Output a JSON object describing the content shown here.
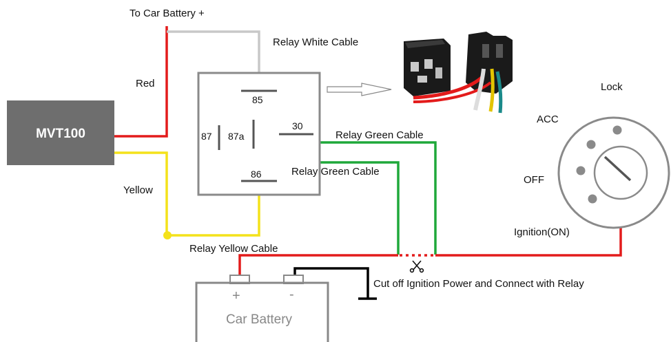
{
  "labels": {
    "to_battery": "To Car Battery +",
    "relay_white": "Relay White Cable",
    "red": "Red",
    "yellow": "Yellow",
    "relay_green_1": "Relay Green Cable",
    "relay_green_2": "Relay Green Cable",
    "relay_yellow": "Relay Yellow Cable",
    "cut_off": "Cut off Ignition Power and Connect with Relay",
    "ignition_on": "Ignition(ON)",
    "acc": "ACC",
    "off": "OFF",
    "lock": "Lock"
  },
  "device": {
    "name": "MVT100"
  },
  "relay": {
    "pin_85": "85",
    "pin_87": "87",
    "pin_87a": "87a",
    "pin_30": "30",
    "pin_86": "86"
  },
  "battery": {
    "plus": "+",
    "minus": "-",
    "name": "Car Battery"
  },
  "colors": {
    "red_wire": "#e31b1b",
    "yellow_wire": "#f4e21a",
    "green_wire": "#1fa83a",
    "white_wire": "#c8c8c8",
    "ground_wire": "#000000",
    "device_fill": "#6e6e6e",
    "relay_outline": "#8a8a8a"
  },
  "icons": [
    "relay-photo",
    "ignition-switch-icon",
    "scissors-icon",
    "arrow-icon"
  ]
}
